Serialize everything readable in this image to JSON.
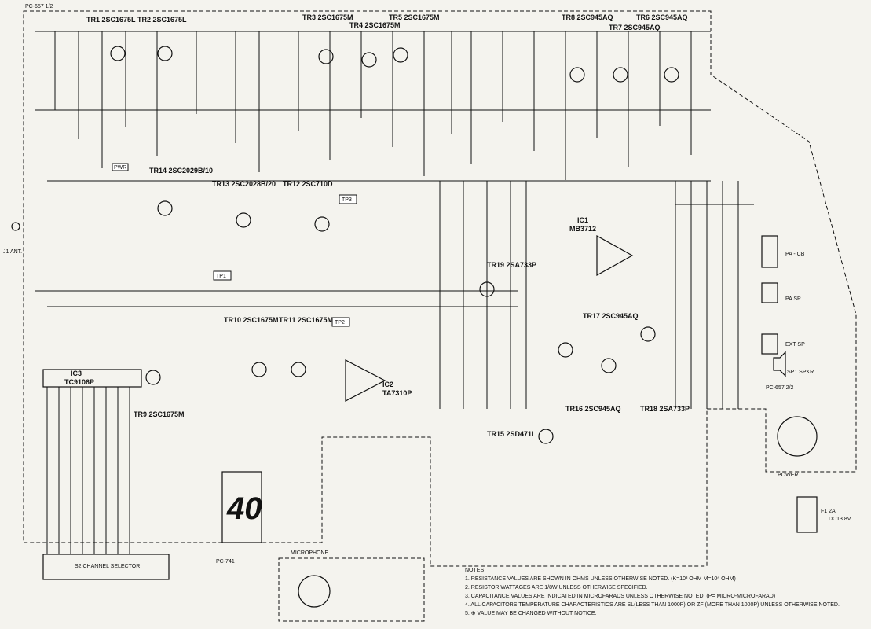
{
  "board_labels": {
    "top_left": "PC-657 1/2",
    "right": "PC-657 2/2",
    "bottom_display": "PC-741"
  },
  "transistors": [
    {
      "ref": "TR1",
      "part": "2SC1675L"
    },
    {
      "ref": "TR2",
      "part": "2SC1675L"
    },
    {
      "ref": "TR3",
      "part": "2SC1675M"
    },
    {
      "ref": "TR4",
      "part": "2SC1675M"
    },
    {
      "ref": "TR5",
      "part": "2SC1675M"
    },
    {
      "ref": "TR6",
      "part": "2SC945AQ"
    },
    {
      "ref": "TR7",
      "part": "2SC945AQ"
    },
    {
      "ref": "TR8",
      "part": "2SC945AQ"
    },
    {
      "ref": "TR9",
      "part": "2SC1675M"
    },
    {
      "ref": "TR10",
      "part": "2SC1675M"
    },
    {
      "ref": "TR11",
      "part": "2SC1675M"
    },
    {
      "ref": "TR12",
      "part": "2SC710D"
    },
    {
      "ref": "TR13",
      "part": "2SC2028B/20"
    },
    {
      "ref": "TR14",
      "part": "2SC2029B/10"
    },
    {
      "ref": "TR15",
      "part": "2SD471L"
    },
    {
      "ref": "TR16",
      "part": "2SC945AQ"
    },
    {
      "ref": "TR17",
      "part": "2SC945AQ"
    },
    {
      "ref": "TR18",
      "part": "2SA733P"
    },
    {
      "ref": "TR19",
      "part": "2SA733P"
    }
  ],
  "ics": [
    {
      "ref": "IC1",
      "part": "MB3712"
    },
    {
      "ref": "IC2",
      "part": "TA7310P"
    },
    {
      "ref": "IC3",
      "part": "TC9106P"
    }
  ],
  "test_points": [
    "TP1",
    "TP2",
    "TP3"
  ],
  "labels": {
    "pwr": "PWR",
    "antenna": "J1 ANT.",
    "channel_selector": "S2 CHANNEL SELECTOR",
    "microphone": "MICROPHONE",
    "display_digits": "40",
    "power_input": "DC13.8V",
    "fuse": "F1 2A",
    "speaker": "SP1 SPKR",
    "ext_sp": "EXT SP",
    "pa_sp": "PA SP",
    "pa_cb": "PA - CB",
    "power_switch": "POWER"
  },
  "notes": {
    "title": "NOTES",
    "items": [
      "1. RESISTANCE VALUES ARE SHOWN IN OHMS UNLESS OTHERWISE NOTED. (K=10³ OHM M=10⁶ OHM)",
      "2. RESISTOR WATTAGES ARE 1/8W UNLESS OTHERWISE SPECIFIED.",
      "3. CAPACITANCE VALUES ARE INDICATED IN MICROFARADS UNLESS OTHERWISE NOTED. (P= MICRO-MICROFARAD)",
      "4. ALL CAPACITORS TEMPERATURE CHARACTERISTICS ARE SL(LESS THAN 1000P) OR ZF (MORE THAN 1000P) UNLESS OTHERWISE NOTED.",
      "5. ⊕ VALUE MAY BE CHANGED WITHOUT NOTICE."
    ]
  }
}
